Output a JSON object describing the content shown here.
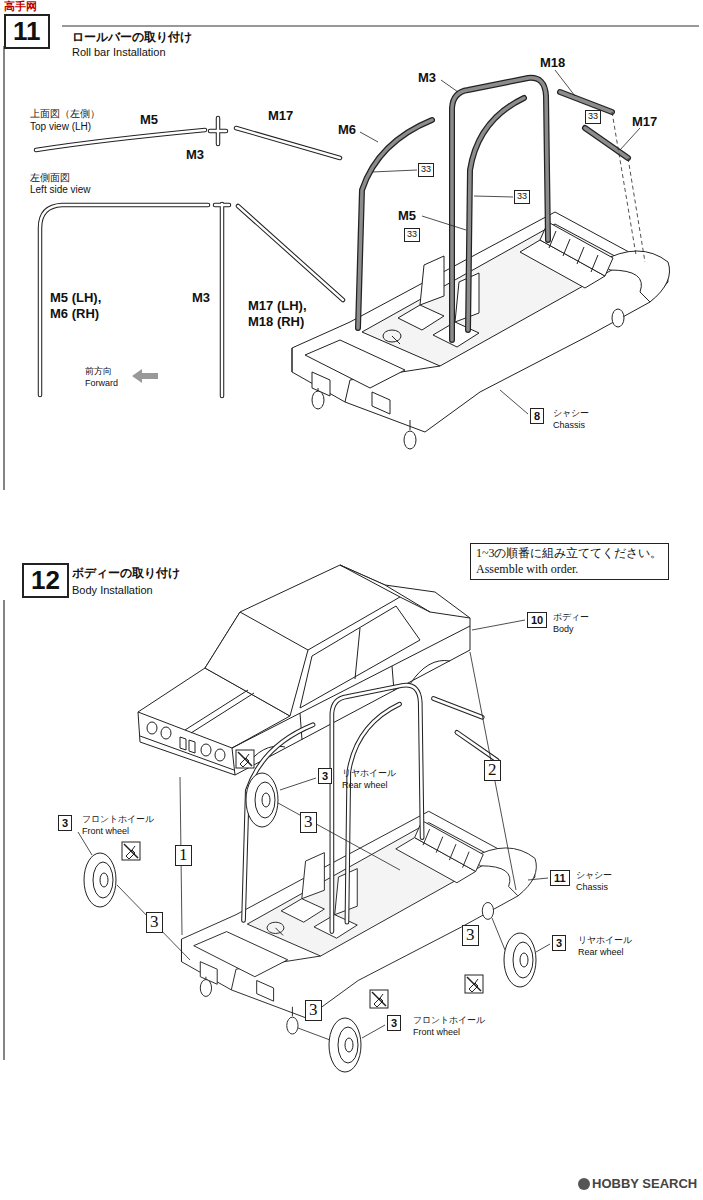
{
  "diagram": {
    "nodes": [
      {
        "text": [
          "11"
        ]
      },
      {
        "text": [
          "33"
        ]
      },
      {
        "text": [
          "33"
        ]
      },
      {
        "text": [
          "33"
        ]
      },
      {
        "text": [
          "33"
        ]
      },
      {
        "text": [
          "8"
        ]
      },
      {
        "text": [
          "12"
        ]
      },
      {
        "text": [
          "1~3の順番に組み立ててください。",
          "Assemble with order."
        ]
      },
      {
        "text": [
          "10"
        ]
      },
      {
        "text": [
          "3"
        ]
      },
      {
        "text": [
          "3"
        ]
      },
      {
        "text": [
          "3"
        ]
      },
      {
        "text": [
          "2"
        ]
      },
      {
        "text": [
          "11"
        ]
      },
      {
        "text": [
          "3"
        ]
      },
      {
        "text": [
          "3"
        ]
      },
      {
        "text": [
          "3"
        ]
      },
      {
        "text": [
          "1"
        ]
      },
      {
        "text": [
          "3"
        ]
      },
      {
        "text": [
          "3"
        ]
      }
    ],
    "labels": [
      "高手网",
      "ロールバーの取り付け",
      "Roll bar Installation",
      "上面図（左側）",
      "Top view (LH)",
      "M5",
      "M17",
      "M3",
      "左側面図",
      "Left side view",
      "M5 (LH), M6 (RH)",
      "M3",
      "M17 (LH), M18 (RH)",
      "前方向",
      "Forward",
      "M3",
      "M18",
      "M6",
      "M17",
      "M5",
      "シャシー",
      "Chassis",
      "ボディーの取り付け",
      "Body Installation",
      "ボディー",
      "Body",
      "リヤホイール",
      "Rear wheel",
      "フロントホイール",
      "Front wheel",
      "シャシー",
      "Chassis",
      "リヤホイール",
      "Rear wheel",
      "フロントホイール",
      "Front wheel",
      "HOBBY SEARCH"
    ]
  }
}
